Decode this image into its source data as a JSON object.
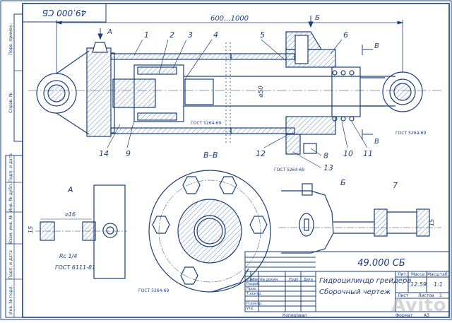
{
  "sheet": {
    "corner_code": "49.000 СБ",
    "side_labels": [
      "Перв. примен.",
      "Справ. №",
      "Подп. и дата",
      "Инв. № дубл.",
      "Взам. инв. №",
      "Подп. и дата",
      "Инв. № подл."
    ],
    "dimension_length": "600...1000",
    "dimension_diameter": "⌀50",
    "view_markers": [
      "А",
      "Б",
      "В",
      "В"
    ],
    "section_label": "В–В",
    "view_a_label": "А",
    "view_b_label": "Б",
    "gost_weld": "ГОСТ 5264-69",
    "gost_weld_left": "ГОСТ 5264-69",
    "gost_weld_mid": "ГОСТ 5264-69",
    "gost_weld_bottom": "ГОСТ 5264-69",
    "gost_weld_right": "ГОСТ 5264-69",
    "thread_label": "Rc 1/4",
    "thread_gost": "ГОСТ 6111-81",
    "dim_phi16": "⌀16",
    "dim_15_left": "15",
    "dim_15_right": "15"
  },
  "callouts": [
    "1",
    "2",
    "3",
    "4",
    "5",
    "6",
    "7",
    "8",
    "9",
    "10",
    "11",
    "12",
    "13",
    "14"
  ],
  "title_block": {
    "doc_code": "49.000 СБ",
    "title": "Гидроцилиндр грейдера",
    "subtitle": "Сборочный чертеж",
    "col_lit": "Лит.",
    "col_mass": "Масса",
    "col_scale": "Масштаб",
    "mass_value": "12.59",
    "scale_value": "1:1",
    "sheet_label": "Лист",
    "sheets_label": "Листов",
    "sheets_value": "1",
    "row_labels": [
      "Изм",
      "Лист",
      "№ докум.",
      "Подп.",
      "Дата"
    ],
    "role_labels": [
      "Разраб.",
      "Пров.",
      "Т.контр.",
      "",
      "Н.контр.",
      "Утв."
    ],
    "copied": "Копировал",
    "format": "Формат",
    "format_value": "А3"
  },
  "watermark": "Avito",
  "colors": {
    "line": "#1b3f7a",
    "hatch": "#6a8dc4"
  }
}
